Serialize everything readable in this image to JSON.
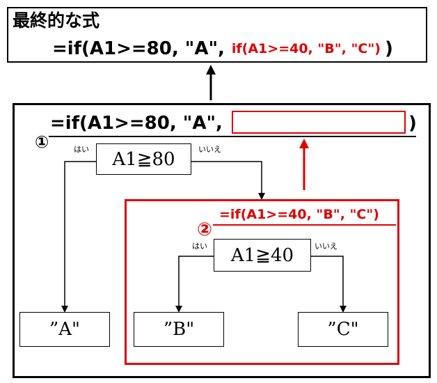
{
  "final_title": "最終的な式",
  "final_formula_start": "=if(A1>=80, \"A\",",
  "final_formula_inner": "if(A1>=40, \"B\", \"C\")",
  "final_formula_end": ")",
  "main_formula": "=if(A1>=80, \"A\",",
  "main_formula_end": ")",
  "step1_marker": "①",
  "step2_marker": "②",
  "condition1": "A1≧80",
  "condition2": "A1≧40",
  "yes_label": "はい",
  "no_label": "いいえ",
  "inner_formula": "=if(A1>=40, \"B\", \"C\")",
  "result_a": "”A\"",
  "result_b": "”B\"",
  "result_c": "”C\"",
  "colors": {
    "highlight": "#e00000",
    "line": "#000000"
  }
}
